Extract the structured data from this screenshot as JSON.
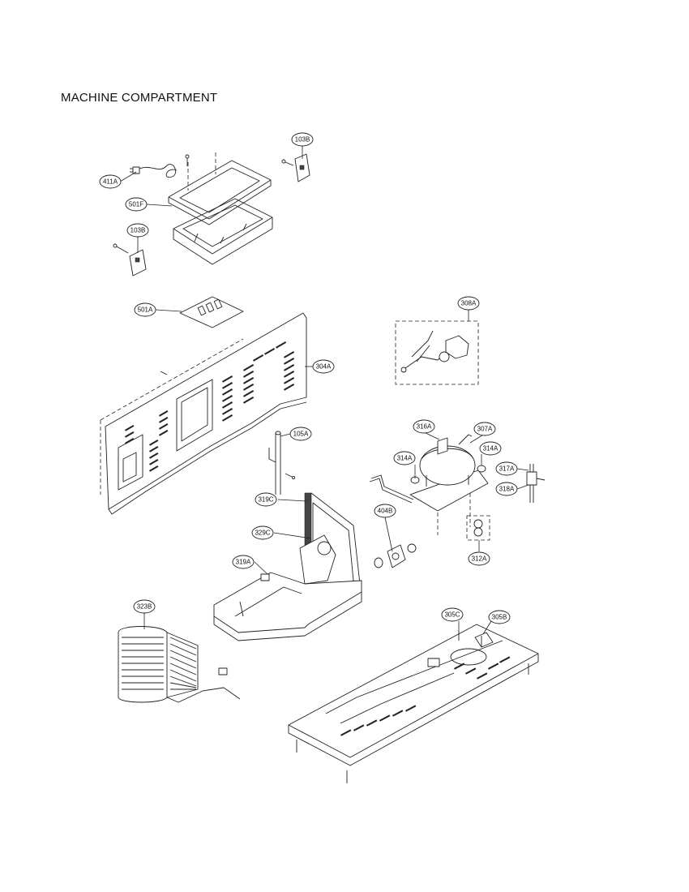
{
  "title": "MACHINE COMPARTMENT",
  "callouts": [
    "411A",
    "103B",
    "501F",
    "103B",
    "501A",
    "304A",
    "308A",
    "105A",
    "316A",
    "307A",
    "314A",
    "314A",
    "317A",
    "318A",
    "319C",
    "404B",
    "329C",
    "312A",
    "319A",
    "323B",
    "305C",
    "305B"
  ]
}
